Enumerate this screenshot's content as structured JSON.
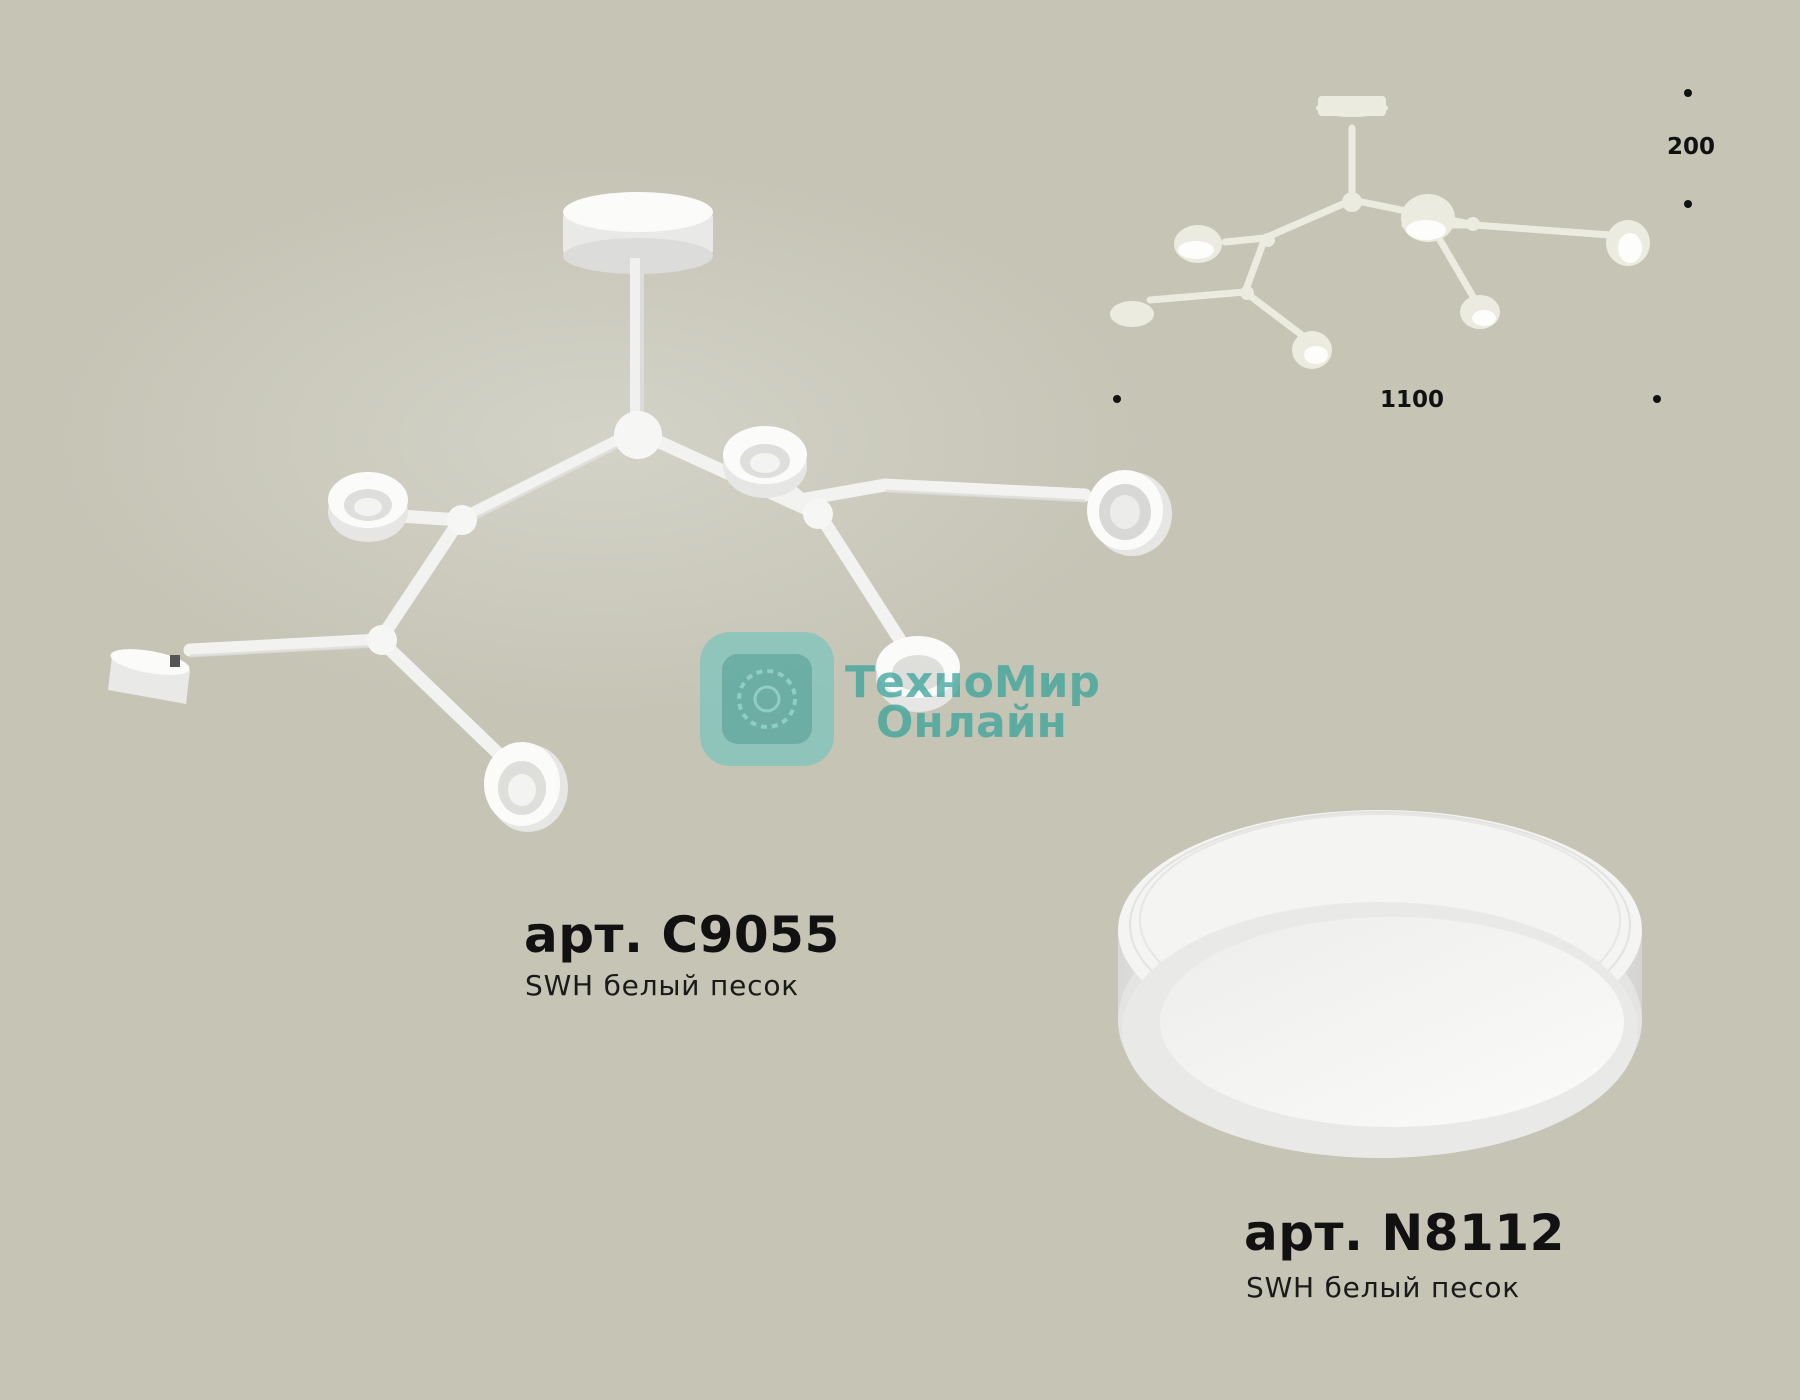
{
  "products": [
    {
      "article": "арт. C9055",
      "color": "SWH белый песок"
    },
    {
      "article": "арт. N8112",
      "color": "SWH белый песок"
    }
  ],
  "dimensions": {
    "width": "1100",
    "height": "200"
  },
  "watermark": {
    "line1": "ТехноМир",
    "line2": "Онлайн",
    "color": "#3aa39b"
  },
  "colors": {
    "background": "#c5c4b5",
    "fixture_white": "#f4f4f2",
    "thumbnail_fixture": "#ecebe0"
  }
}
